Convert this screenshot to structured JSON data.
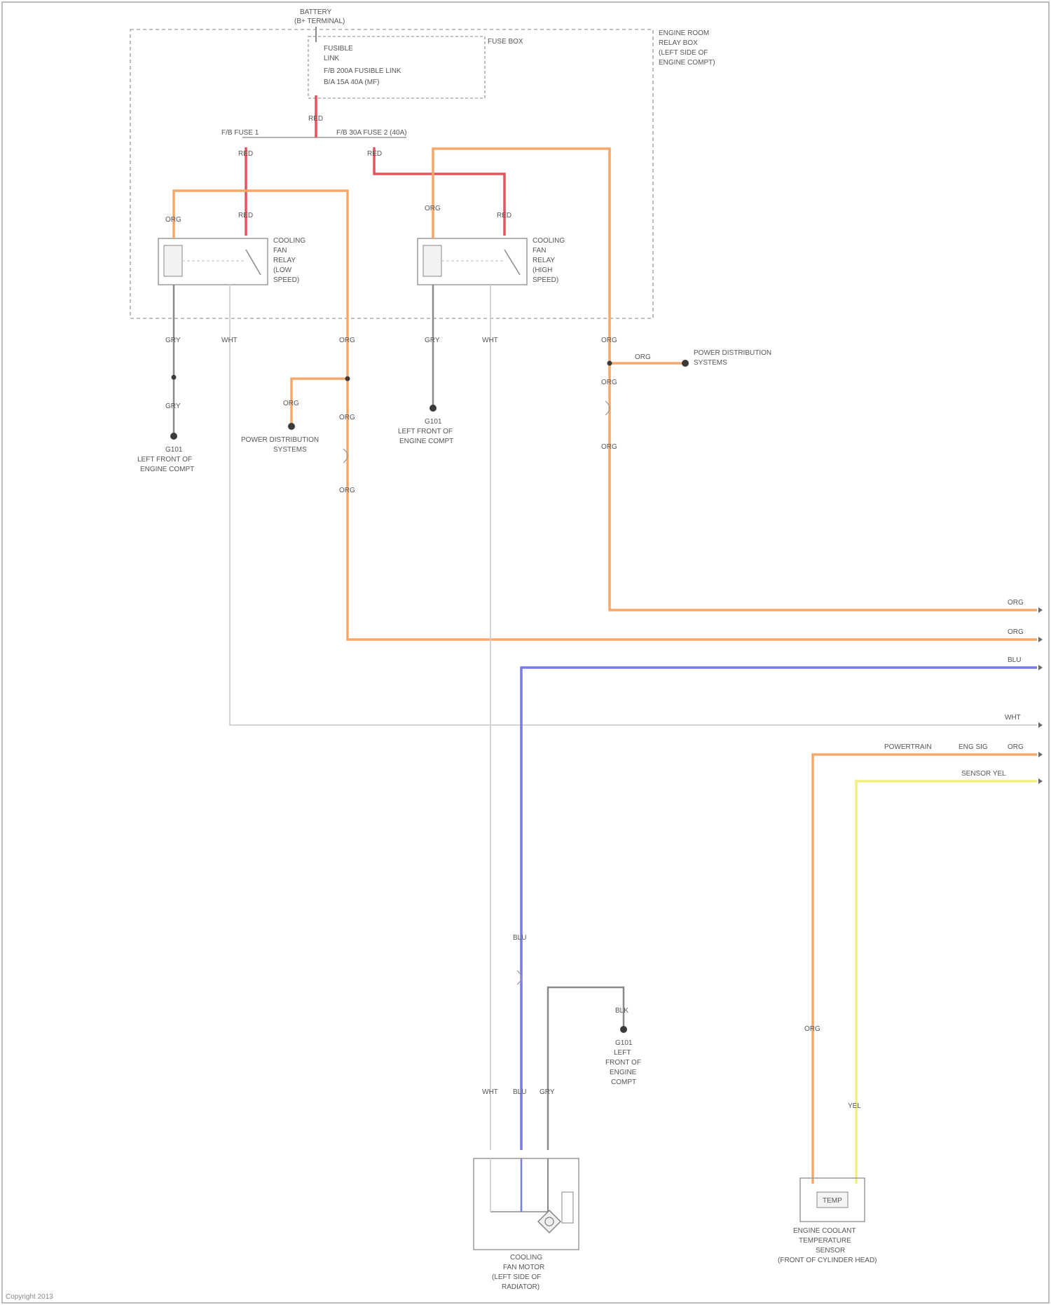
{
  "diagram": {
    "colors": {
      "red": "#e8505a",
      "orange": "#f5a86a",
      "blue": "#7b7be8",
      "yellow": "#f0f07a",
      "gray": "#8a8a8a",
      "light_gray": "#cfcfcf",
      "border": "#bdbdbd",
      "text": "#4a4a4a"
    },
    "power": {
      "battery_label": "BATTERY",
      "battery_sub": "(B+ TERMINAL)",
      "fuse_box_label": "FUSE BOX",
      "fuse_line_1": "FUSIBLE",
      "fuse_line_2": "LINK",
      "fuse_spec_1": "F/B 200A FUSIBLE LINK",
      "fuse_spec_2": "B/A 15A 40A (MF)",
      "bus_left_label": "F/B FUSE 1",
      "bus_right_label": "F/B 30A FUSE 2 (40A)"
    },
    "relay_box": {
      "title_1": "ENGINE ROOM",
      "title_2": "RELAY BOX",
      "title_3": "(LEFT SIDE OF",
      "title_4": "ENGINE COMPT)"
    },
    "relay_1": {
      "line_1": "COOLING",
      "line_2": "FAN",
      "line_3": "RELAY",
      "line_4": "(LOW",
      "line_5": "SPEED)"
    },
    "relay_2": {
      "line_1": "COOLING",
      "line_2": "FAN",
      "line_3": "RELAY",
      "line_4": "(HIGH",
      "line_5": "SPEED)"
    },
    "wire_colors": {
      "red": "RED",
      "orange": "ORG",
      "gray": "GRY",
      "white": "WHT",
      "blue": "BLU",
      "yellow": "YEL",
      "black": "BLK"
    },
    "grounds": {
      "g1_line_1": "G101",
      "g1_line_2": "LEFT FRONT OF",
      "g1_line_3": "ENGINE COMPT",
      "g2_line_1": "G101",
      "g2_line_2": "LEFT FRONT OF",
      "g2_line_3": "ENGINE COMPT",
      "g3_line_1": "G101",
      "g3_line_2": "LEFT",
      "g3_line_3": "FRONT OF",
      "g3_line_4": "ENGINE",
      "g3_line_5": "COMPT"
    },
    "pdc": {
      "left_line_1": "POWER DISTRIBUTION",
      "left_line_2": "SYSTEMS",
      "right_line_1": "POWER DISTRIBUTION",
      "right_line_2": "SYSTEMS"
    },
    "harness": {
      "h1": "ORG",
      "h2": "ORG",
      "h3": "BLU",
      "h4": "WHT",
      "h5_a": "POWERTRAIN",
      "h5_b": "ENG SIG",
      "h5_c": "ORG",
      "h6": "SENSOR YEL"
    },
    "components": {
      "motor_line_1": "COOLING",
      "motor_line_2": "FAN MOTOR",
      "motor_line_3": "(LEFT SIDE OF",
      "motor_line_4": "RADIATOR)",
      "sensor_line_1": "ENGINE COOLANT",
      "sensor_line_2": "TEMPERATURE",
      "sensor_line_3": "SENSOR",
      "sensor_line_4": "(FRONT OF CYLINDER HEAD)",
      "sensor_inner": "TEMP"
    },
    "footer": {
      "copyright": "Copyright 2013"
    }
  }
}
